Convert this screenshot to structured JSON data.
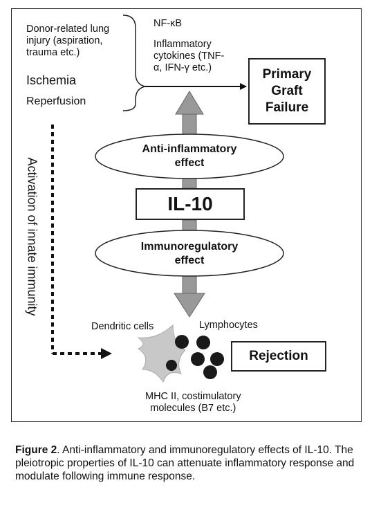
{
  "left_causes": {
    "donor_injury": [
      "Donor-related lung",
      "injury (aspiration,",
      "trauma etc.)"
    ],
    "ischemia": "Ischemia",
    "reperfusion": "Reperfusion"
  },
  "mediators": {
    "nfkb": "NF-κB",
    "cytokines": [
      "Inflammatory",
      "cytokines (TNF-",
      "α, IFN-γ etc.)"
    ]
  },
  "primary_graft_failure": [
    "Primary",
    "Graft",
    "Failure"
  ],
  "anti_inflammatory": [
    "Anti-inflammatory",
    "effect"
  ],
  "il10": "IL-10",
  "immunoregulatory": [
    "Immunoregulatory",
    "effect"
  ],
  "innate_immunity": "Activation of innate immunity",
  "dendritic_cells": "Dendritic cells",
  "lymphocytes": "Lymphocytes",
  "rejection": "Rejection",
  "mhc": [
    "MHC II, costimulatory",
    "molecules (B7 etc.)"
  ],
  "caption": {
    "label": "Figure 2",
    "text": ". Anti-inflammatory and immunoregulatory effects of IL-10. The pleiotropic properties of IL-10 can attenuate inflammatory response and modulate following immune response."
  },
  "colors": {
    "arrow_fill": "#999999",
    "cell_dark": "#1a1a1a",
    "dendritic_cell": "#c8c8c8"
  }
}
